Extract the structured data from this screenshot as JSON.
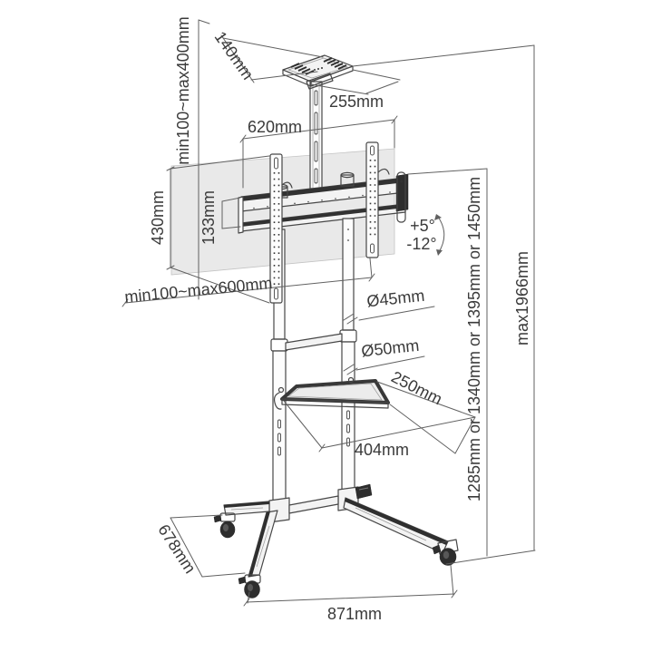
{
  "diagram": {
    "type": "product-dimension-drawing",
    "subject": "mobile TV floor stand with casters",
    "colors": {
      "background": "#ffffff",
      "structure_line": "#474747",
      "dimension_line": "#616161",
      "label_text": "#3a3a3a",
      "tv_panel_fill": "#e9e9e9",
      "dark_fill": "#2e2e2e",
      "light_fill": "#f3f3f3"
    },
    "labels": {
      "top_shelf_width": "140mm",
      "top_bracket_height_range": "min100~max400mm",
      "top_shelf_depth": "255mm",
      "rail_width": "620mm",
      "vesa_bracket_height": "430mm",
      "rail_profile_height": "133mm",
      "vesa_width_range": "min100~max600mm",
      "tilt_up": "+5°",
      "tilt_down": "-12°",
      "upper_pole_diameter": "Ø45mm",
      "lower_pole_diameter": "Ø50mm",
      "shelf_depth": "250mm",
      "shelf_width": "404mm",
      "max_overall_height": "max1966mm",
      "column_height_options": "1285mm or 1340mm or 1395mm or 1450mm",
      "base_depth": "678mm",
      "base_width": "871mm"
    }
  }
}
